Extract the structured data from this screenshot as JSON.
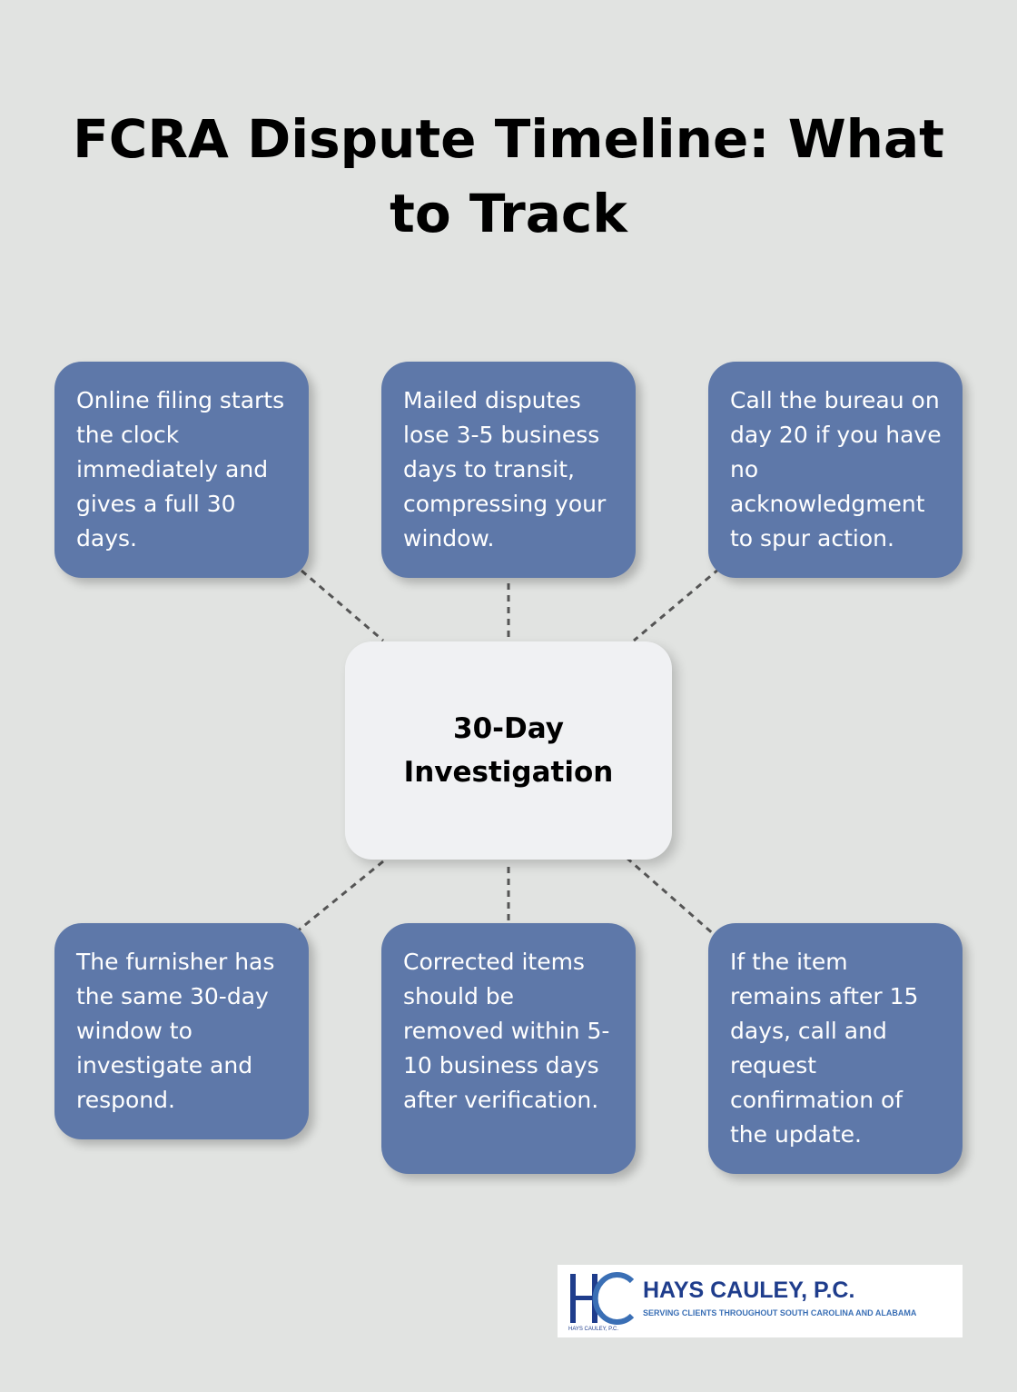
{
  "title": "FCRA Dispute Timeline: What to Track",
  "center": {
    "label": "30-Day Investigation"
  },
  "cards": [
    {
      "text": "Online filing starts the clock immediately and gives a full 30 days."
    },
    {
      "text": "Mailed disputes lose 3-5 business days to transit, compressing your window."
    },
    {
      "text": "Call the bureau on day 20 if you have no acknowledgment to spur action."
    },
    {
      "text": "The furnisher has the same 30-day window to investigate and respond."
    },
    {
      "text": "Corrected items should be removed within 5-10 business days after verification."
    },
    {
      "text": "If the item remains after 15 days, call and request confirmation of the update."
    }
  ],
  "logo": {
    "name": "HAYS CAULEY, P.C.",
    "tagline": "SERVING CLIENTS THROUGHOUT SOUTH CAROLINA AND ALABAMA",
    "small_text": "HAYS CAULEY, P.C."
  },
  "colors": {
    "background": "#e1e3e1",
    "card": "#5e78a9",
    "center": "#f0f1f3",
    "connector": "#555555"
  }
}
